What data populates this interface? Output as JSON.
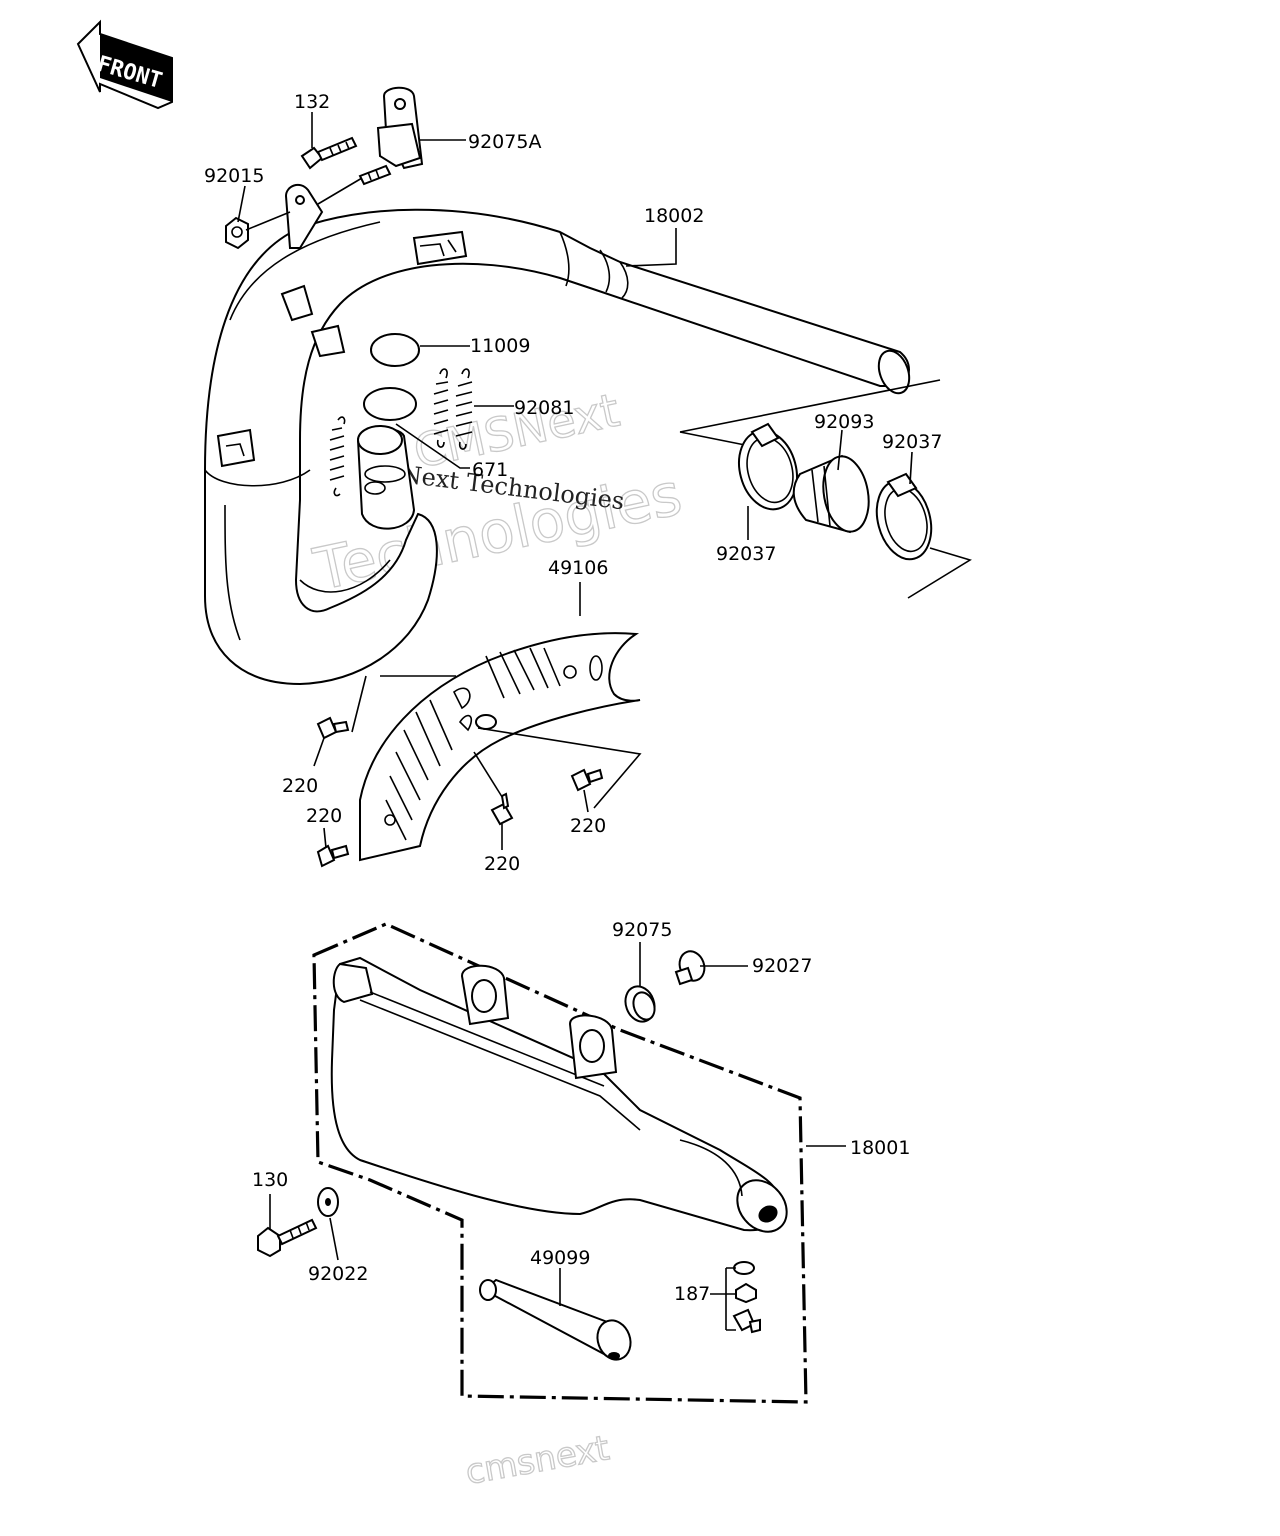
{
  "front_badge": "FRONT",
  "labels": {
    "p132": "132",
    "p92075A": "92075A",
    "p92015": "92015",
    "p18002": "18002",
    "p11009": "11009",
    "p92081": "92081",
    "p671": "671",
    "p92093": "92093",
    "p92037a": "92037",
    "p92037b": "92037",
    "p49106": "49106",
    "p220a": "220",
    "p220b": "220",
    "p220c": "220",
    "p220d": "220",
    "p92075": "92075",
    "p92027": "92027",
    "p18001": "18001",
    "p130": "130",
    "p92022": "92022",
    "p49099": "49099",
    "p187": "187"
  },
  "watermark": {
    "line1": "CMSNext",
    "line2": "Technologies",
    "small": "Next Technologies",
    "bottom": "cmsnext"
  }
}
